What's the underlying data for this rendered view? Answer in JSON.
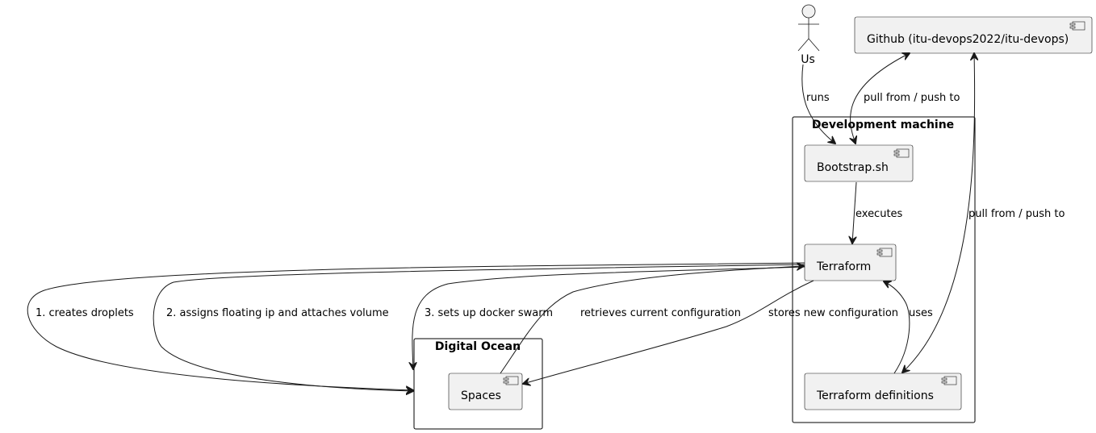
{
  "actor": {
    "label": "Us"
  },
  "frames": {
    "dev_machine": {
      "label": "Development machine"
    },
    "digital_ocean": {
      "label": "Digital Ocean"
    }
  },
  "components": {
    "github": {
      "label": "Github (itu-devops2022/itu-devops)"
    },
    "bootstrap": {
      "label": "Bootstrap.sh"
    },
    "terraform": {
      "label": "Terraform"
    },
    "terraform_defs": {
      "label": "Terraform definitions"
    },
    "spaces": {
      "label": "Spaces"
    }
  },
  "edges": {
    "runs": "runs",
    "pull_push_bootstrap": "pull from / push to",
    "executes": "executes",
    "pull_push_defs": "pull from / push to",
    "creates_droplets": "1. creates droplets",
    "assigns_ip": "2. assigns floating ip and attaches volume",
    "docker_swarm": "3. sets up docker swarm",
    "retrieves_config": "retrieves current configuration",
    "stores_config": "stores new configuration",
    "uses": "uses"
  }
}
